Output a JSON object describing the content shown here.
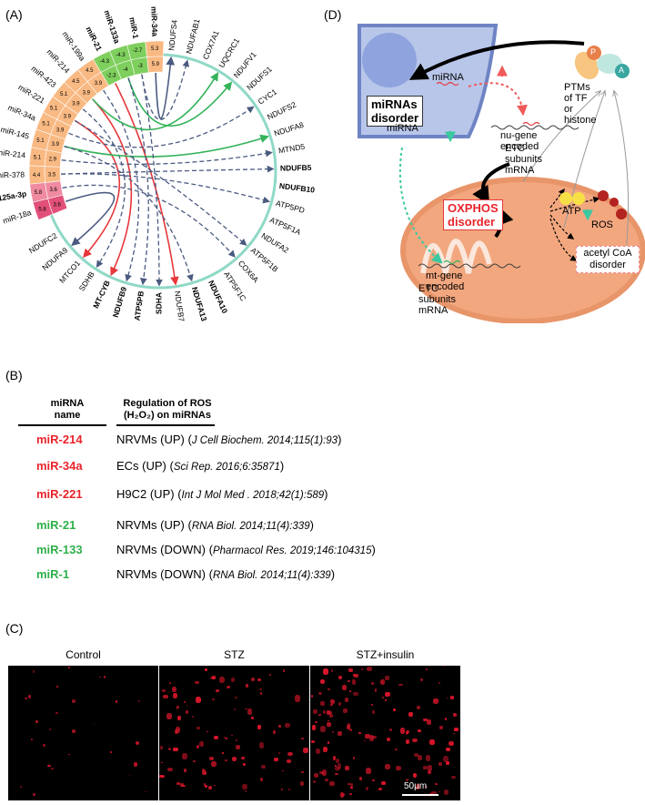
{
  "panelA": {
    "label": "(A)",
    "mirnas": [
      "miR-34a",
      "miR-1",
      "miR-133a",
      "miR-21",
      "miR-199a",
      "miR-214",
      "miR-423",
      "miR-221",
      "miR-34a",
      "miR-145",
      "miR-214",
      "miR-378",
      "miR-125a-3p",
      "miR-18a"
    ],
    "values_outer": [
      "5.3",
      "-2.7",
      "-4.3",
      "-4.3",
      "4.5",
      "4.5",
      "5.1",
      "5.1",
      "5.1",
      "5.1",
      "5.1",
      "4.4",
      "5.8",
      "5.8"
    ],
    "values_inner": [
      "5.9",
      "-3",
      "-4",
      "-2.3",
      "3.9",
      "3.9",
      "3.9",
      "3.9",
      "3.9",
      "3.9",
      "2.9",
      "3.5",
      "3.6",
      "3.6"
    ],
    "genes_top": [
      "NDUFS4",
      "NDUFAB1",
      "COX7A1",
      "UQCRC1",
      "NDUFV1",
      "NDUFS1",
      "CYC1",
      "NDUFS2",
      "NDUFA8",
      "MTND5",
      "NDUFB5",
      "NDUFB10",
      "ATP5PD",
      "ATP5F1A",
      "NDUFA2",
      "ATP5F1B",
      "COX6A",
      "ATP5F1C",
      "NDUFA10",
      "NDUFA13",
      "NDUFB7",
      "SDHA",
      "ATP5PB",
      "NDUFB9",
      "MT-CYB",
      "SDHB",
      "MTCO1",
      "NDUFA9",
      "NDUFC2"
    ]
  },
  "panelD": {
    "label": "(D)",
    "mirnas_disorder": "miRNAs disorder",
    "mirna_top": "miRNA",
    "mirna_left": "miRNA",
    "ptms": "PTMs of TF or histone",
    "p_badge": "P",
    "a_badge": "A",
    "nu_gene": "nu-gene encoded",
    "etc1": "ETC subunits mRNA",
    "oxphos": "OXPHOS disorder",
    "atp": "ATP",
    "ros": "ROS",
    "acetyl": "acetyl CoA",
    "disorder": "disorder",
    "mt_gene": "mt-gene encoded",
    "etc2": "ETC subunits mRNA"
  },
  "panelB": {
    "label": "(B)",
    "col1_line1": "miRNA",
    "col1_line2": "name",
    "col2_line1": "Regulation of ROS",
    "col2_line2": "(H₂O₂) on miRNAs",
    "rows": [
      {
        "name": "miR-214",
        "color": "#e8242b",
        "reg": "NRVMs (UP)",
        "ref": "J Cell Biochem. 2014;115(1):93"
      },
      {
        "name": "miR-34a",
        "color": "#e8242b",
        "reg": "ECs (UP)",
        "ref": "Sci Rep. 2016;6:35871"
      },
      {
        "name": "miR-221",
        "color": "#e8242b",
        "reg": "H9C2 (UP)",
        "ref": "Int J Mol Med . 2018;42(1):589"
      },
      {
        "name": "miR-21",
        "color": "#2fb04a",
        "reg": "NRVMs (UP)",
        "ref": "RNA Biol. 2014;11(4):339"
      },
      {
        "name": "miR-133",
        "color": "#2fb04a",
        "reg": "NRVMs (DOWN)",
        "ref": "Pharmacol Res. 2019;146:104315"
      },
      {
        "name": "miR-1",
        "color": "#2fb04a",
        "reg": "NRVMs (DOWN)",
        "ref": "RNA Biol. 2014;11(4):339"
      }
    ]
  },
  "panelC": {
    "label": "(C)",
    "titles": [
      "Control",
      "STZ",
      "STZ+insulin"
    ],
    "scale": "50μm"
  }
}
